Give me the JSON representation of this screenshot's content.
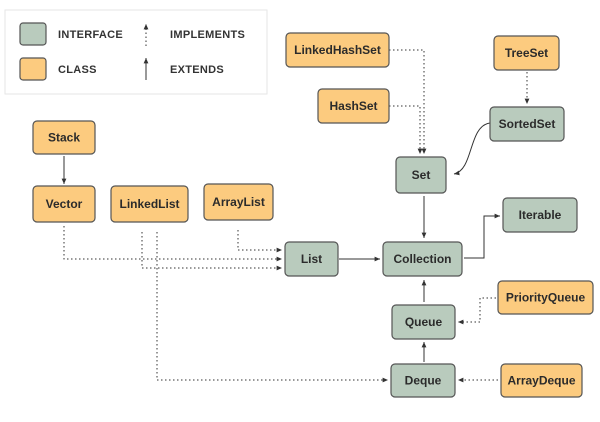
{
  "colors": {
    "interface": "#b9cbbd",
    "class": "#fccb7f",
    "line": "#333333"
  },
  "legend": {
    "interface_label": "INTERFACE",
    "class_label": "CLASS",
    "implements_label": "IMPLEMENTS",
    "extends_label": "EXTENDS"
  },
  "nodes": {
    "linkedhashset": {
      "label": "LinkedHashSet",
      "kind": "class"
    },
    "hashset": {
      "label": "HashSet",
      "kind": "class"
    },
    "treeset": {
      "label": "TreeSet",
      "kind": "class"
    },
    "sortedset": {
      "label": "SortedSet",
      "kind": "interface"
    },
    "set": {
      "label": "Set",
      "kind": "interface"
    },
    "stack": {
      "label": "Stack",
      "kind": "class"
    },
    "vector": {
      "label": "Vector",
      "kind": "class"
    },
    "linkedlist": {
      "label": "LinkedList",
      "kind": "class"
    },
    "arraylist": {
      "label": "ArrayList",
      "kind": "class"
    },
    "list": {
      "label": "List",
      "kind": "interface"
    },
    "collection": {
      "label": "Collection",
      "kind": "interface"
    },
    "iterable": {
      "label": "Iterable",
      "kind": "interface"
    },
    "priorityqueue": {
      "label": "PriorityQueue",
      "kind": "class"
    },
    "queue": {
      "label": "Queue",
      "kind": "interface"
    },
    "deque": {
      "label": "Deque",
      "kind": "interface"
    },
    "arraydeque": {
      "label": "ArrayDeque",
      "kind": "class"
    }
  }
}
